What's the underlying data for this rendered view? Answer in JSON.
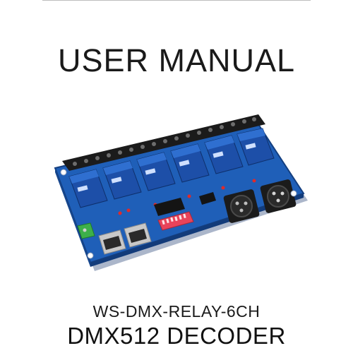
{
  "document": {
    "title": "USER MANUAL",
    "model": "WS-DMX-RELAY-6CH",
    "subtitle": "DMX512 DECODER"
  },
  "product_image": {
    "description_icon": "relay-board-photo",
    "board_color": "#1f5fb8",
    "relay_color": "#1d4fa8",
    "terminal_color": "#1b1b1b",
    "dip_switch_color": "#e8435a",
    "relay_count": 6
  }
}
